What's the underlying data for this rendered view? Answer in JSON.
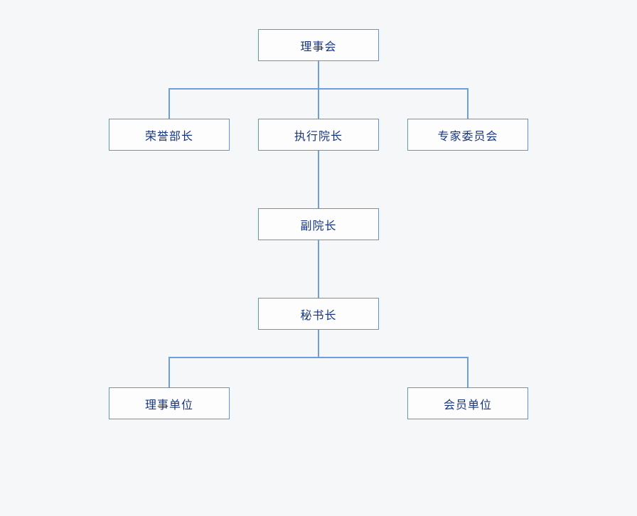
{
  "diagram": {
    "type": "org-chart",
    "colors": {
      "background": "#f5f7f9",
      "node_fill": "#fdfdfe",
      "node_border": "#5b95de",
      "connector": "#6d9ee4",
      "text": "#17357f"
    },
    "nodes": {
      "board": {
        "label": "理事会"
      },
      "honorary_minister": {
        "label": "荣誉部长"
      },
      "executive_dean": {
        "label": "执行院长"
      },
      "expert_committee": {
        "label": "专家委员会"
      },
      "vice_dean": {
        "label": "副院长"
      },
      "secretary_general": {
        "label": "秘书长"
      },
      "director_units": {
        "label": "理事单位"
      },
      "member_units": {
        "label": "会员单位"
      }
    },
    "edges": [
      {
        "from": "board",
        "to": "honorary_minister"
      },
      {
        "from": "board",
        "to": "executive_dean"
      },
      {
        "from": "board",
        "to": "expert_committee"
      },
      {
        "from": "executive_dean",
        "to": "vice_dean"
      },
      {
        "from": "vice_dean",
        "to": "secretary_general"
      },
      {
        "from": "secretary_general",
        "to": "director_units"
      },
      {
        "from": "secretary_general",
        "to": "member_units"
      }
    ]
  }
}
